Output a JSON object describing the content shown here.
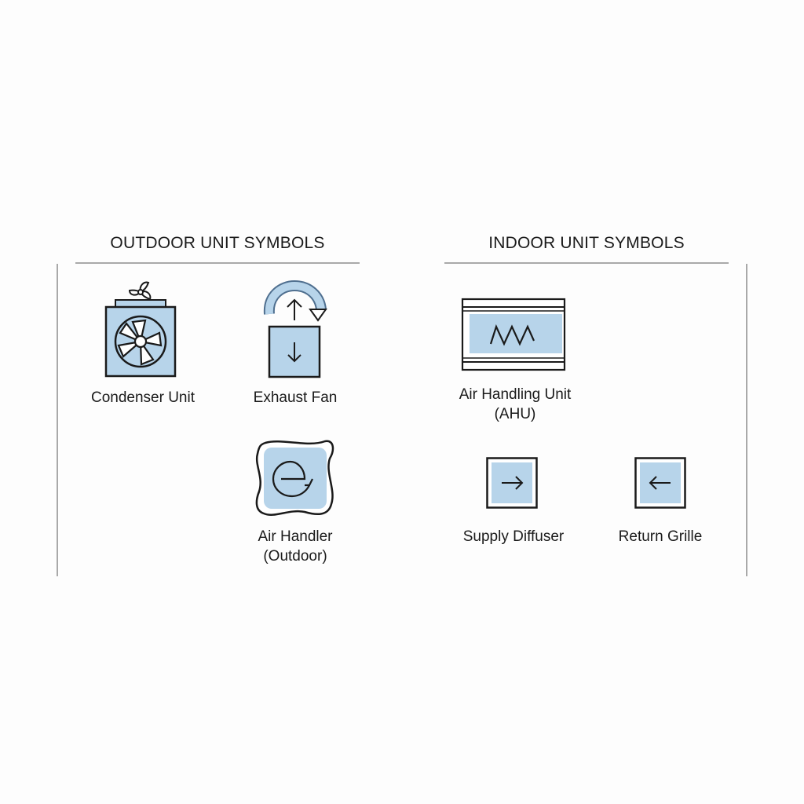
{
  "colors": {
    "fill": "#b7d4ea",
    "stroke": "#1a1a1a",
    "accent_stroke": "#4f6f8f",
    "divider": "#a9a9a9"
  },
  "outdoor": {
    "heading": "OUTDOOR UNIT SYMBOLS",
    "symbols": [
      {
        "icon": "condenser-unit-icon",
        "label": "Condenser Unit"
      },
      {
        "icon": "exhaust-fan-icon",
        "label": "Exhaust Fan"
      },
      {
        "icon": "air-handler-outdoor-icon",
        "label_line1": "Air Handler",
        "label_line2": "(Outdoor)"
      }
    ]
  },
  "indoor": {
    "heading": "INDOOR UNIT SYMBOLS",
    "symbols": [
      {
        "icon": "air-handling-unit-icon",
        "label_line1": "Air Handling Unit",
        "label_line2": "(AHU)"
      },
      {
        "icon": "supply-diffuser-icon",
        "label": "Supply Diffuser"
      },
      {
        "icon": "return-grille-icon",
        "label": "Return Grille"
      }
    ]
  }
}
